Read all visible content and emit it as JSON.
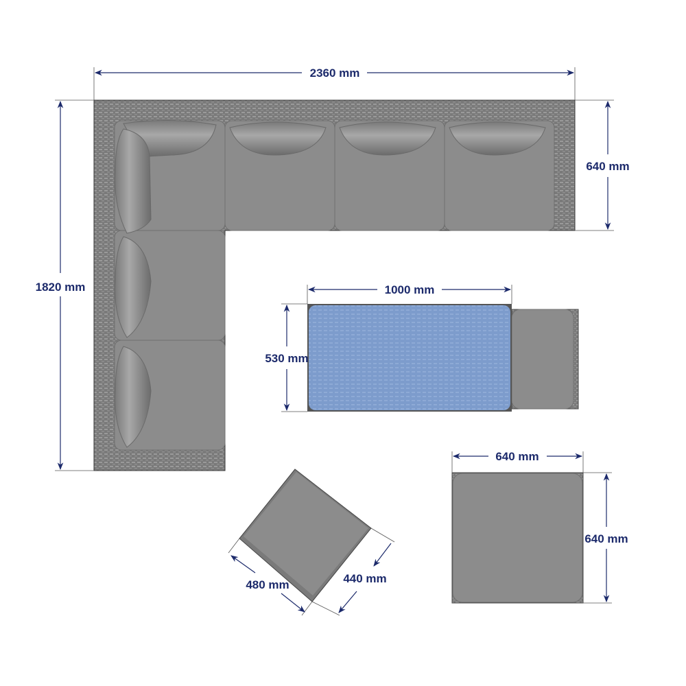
{
  "dimensions": {
    "sofa_width": "2360 mm",
    "sofa_depth": "640 mm",
    "sofa_length": "1820 mm",
    "table_width": "1000 mm",
    "table_depth": "530 mm",
    "stool_width": "480 mm",
    "stool_depth": "440 mm",
    "footstool_width": "640 mm",
    "footstool_depth": "640 mm"
  },
  "colors": {
    "dimension": "#1c2a6b",
    "frame": "#7a7a7a",
    "cushion": "#8c8c8c",
    "table_top": "#7f9fd0"
  }
}
